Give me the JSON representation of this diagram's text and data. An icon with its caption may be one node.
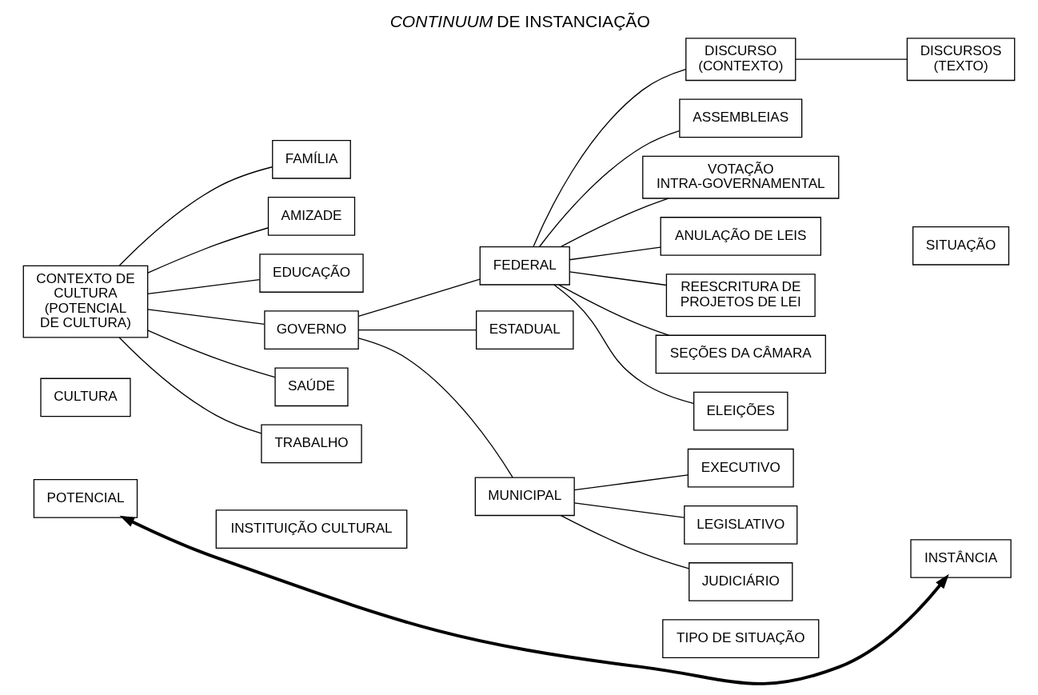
{
  "diagram": {
    "title": "*CONTINUUM* DE INSTANCIAÇÃO",
    "nodes": [
      {
        "text": [
          "POTENCIAL"
        ]
      },
      {
        "text": [
          "INSTÂNCIA"
        ]
      },
      {
        "text": [
          "CULTURA"
        ]
      },
      {
        "text": [
          "INSTITUIÇÃO CULTURAL"
        ]
      },
      {
        "text": [
          "TIPO DE SITUAÇÃO"
        ]
      },
      {
        "text": [
          "SITUAÇÃO"
        ]
      },
      {
        "text": [
          "CONTEXTO DE CULTURA (POTENCIAL DE CULTURA)"
        ]
      },
      {
        "text": [
          "FAMÍLIA"
        ]
      },
      {
        "text": [
          "AMIZADE"
        ]
      },
      {
        "text": [
          "EDUCAÇÃO"
        ]
      },
      {
        "text": [
          "GOVERNO"
        ]
      },
      {
        "text": [
          "SAÚDE"
        ]
      },
      {
        "text": [
          "TRABALHO"
        ]
      },
      {
        "text": [
          "FEDERAL"
        ]
      },
      {
        "text": [
          "ESTADUAL"
        ]
      },
      {
        "text": [
          "MUNICIPAL"
        ]
      },
      {
        "text": [
          "EXECUTIVO"
        ]
      },
      {
        "text": [
          "LEGISLATIVO"
        ]
      },
      {
        "text": [
          "JUDICIÁRIO"
        ]
      },
      {
        "text": [
          "DISCURSO (CONTEXTO)"
        ]
      },
      {
        "text": [
          "DISCURSOS (TEXTO)"
        ]
      },
      {
        "text": [
          "ASSEMBLEIAS"
        ]
      },
      {
        "text": [
          "VOTAÇÃO INTRA-GOVERNAMENTAL"
        ]
      },
      {
        "text": [
          "ANULAÇÃO DE LEIS"
        ]
      },
      {
        "text": [
          "REESCRITURA DE PROJETOS DE LEI"
        ]
      },
      {
        "text": [
          "SEÇÕES DA CÂMARA"
        ]
      },
      {
        "text": [
          "ELEIÇÕES"
        ]
      }
    ],
    "edges": [
      {
        "from": 0,
        "to": 1,
        "arrow": "both",
        "style": "thick"
      },
      {
        "from": 6,
        "to": 7,
        "arrow": "none"
      },
      {
        "from": 6,
        "to": 8,
        "arrow": "none"
      },
      {
        "from": 6,
        "to": 9,
        "arrow": "none"
      },
      {
        "from": 6,
        "to": 10,
        "arrow": "none"
      },
      {
        "from": 6,
        "to": 11,
        "arrow": "none"
      },
      {
        "from": 6,
        "to": 12,
        "arrow": "none"
      },
      {
        "from": 10,
        "to": 13,
        "arrow": "none"
      },
      {
        "from": 10,
        "to": 14,
        "arrow": "none"
      },
      {
        "from": 10,
        "to": 15,
        "arrow": "none"
      },
      {
        "from": 15,
        "to": 16,
        "arrow": "none"
      },
      {
        "from": 15,
        "to": 18,
        "arrow": "none"
      },
      {
        "from": 15,
        "to": 17,
        "arrow": "none"
      },
      {
        "from": 13,
        "to": 19,
        "arrow": "none"
      },
      {
        "from": 13,
        "to": 21,
        "arrow": "none"
      },
      {
        "from": 13,
        "to": 22,
        "arrow": "none"
      },
      {
        "from": 13,
        "to": 23,
        "arrow": "none"
      },
      {
        "from": 13,
        "to": 24,
        "arrow": "none"
      },
      {
        "from": 13,
        "to": 25,
        "arrow": "none"
      },
      {
        "from": 13,
        "to": 26,
        "arrow": "none"
      },
      {
        "from": 19,
        "to": 20,
        "arrow": "none"
      }
    ]
  }
}
